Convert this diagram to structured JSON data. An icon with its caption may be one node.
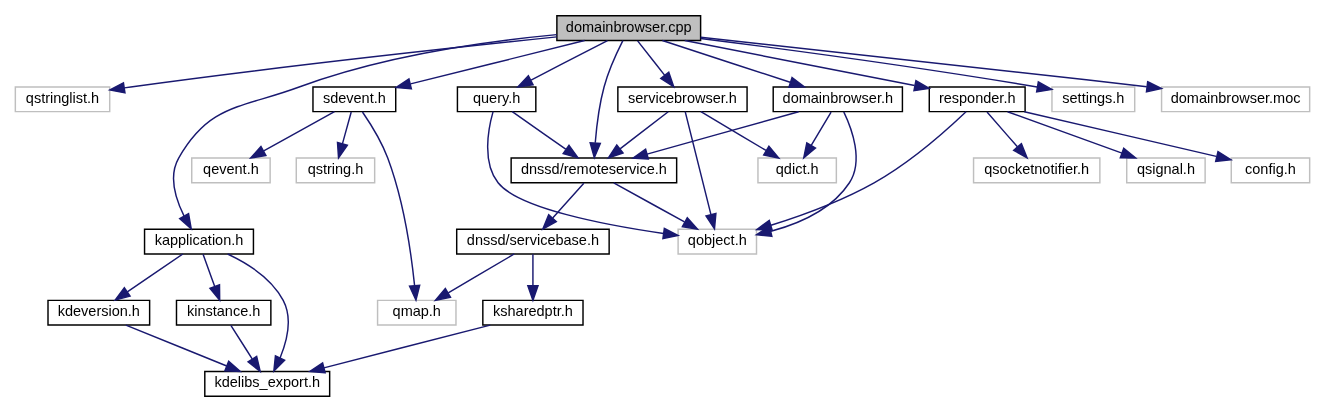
{
  "diagram": {
    "nodes": [
      {
        "text": [
          "domainbrowser.cpp"
        ]
      },
      {
        "text": [
          "qstringlist.h"
        ]
      },
      {
        "text": [
          "sdevent.h"
        ]
      },
      {
        "text": [
          "query.h"
        ]
      },
      {
        "text": [
          "servicebrowser.h"
        ]
      },
      {
        "text": [
          "domainbrowser.h"
        ]
      },
      {
        "text": [
          "responder.h"
        ]
      },
      {
        "text": [
          "settings.h"
        ]
      },
      {
        "text": [
          "domainbrowser.moc"
        ]
      },
      {
        "text": [
          "qevent.h"
        ]
      },
      {
        "text": [
          "qstring.h"
        ]
      },
      {
        "text": [
          "dnssd/remoteservice.h"
        ]
      },
      {
        "text": [
          "qdict.h"
        ]
      },
      {
        "text": [
          "qsocketnotifier.h"
        ]
      },
      {
        "text": [
          "qsignal.h"
        ]
      },
      {
        "text": [
          "config.h"
        ]
      },
      {
        "text": [
          "dnssd/servicebase.h"
        ]
      },
      {
        "text": [
          "qobject.h"
        ]
      },
      {
        "text": [
          "kapplication.h"
        ]
      },
      {
        "text": [
          "qmap.h"
        ]
      },
      {
        "text": [
          "ksharedptr.h"
        ]
      },
      {
        "text": [
          "kdeversion.h"
        ]
      },
      {
        "text": [
          "kinstance.h"
        ]
      },
      {
        "text": [
          "kdelibs_export.h"
        ]
      }
    ],
    "edges": [
      {
        "from": 0,
        "to": 1,
        "arrow": "to"
      },
      {
        "from": 0,
        "to": 2,
        "arrow": "to"
      },
      {
        "from": 0,
        "to": 3,
        "arrow": "to"
      },
      {
        "from": 0,
        "to": 11,
        "arrow": "to"
      },
      {
        "from": 0,
        "to": 4,
        "arrow": "to"
      },
      {
        "from": 0,
        "to": 5,
        "arrow": "to"
      },
      {
        "from": 0,
        "to": 6,
        "arrow": "to"
      },
      {
        "from": 0,
        "to": 18,
        "arrow": "to"
      },
      {
        "from": 0,
        "to": 7,
        "arrow": "to"
      },
      {
        "from": 0,
        "to": 8,
        "arrow": "to"
      },
      {
        "from": 2,
        "to": 9,
        "arrow": "to"
      },
      {
        "from": 2,
        "to": 10,
        "arrow": "to"
      },
      {
        "from": 2,
        "to": 19,
        "arrow": "to"
      },
      {
        "from": 3,
        "to": 11,
        "arrow": "to"
      },
      {
        "from": 3,
        "to": 17,
        "arrow": "to"
      },
      {
        "from": 4,
        "to": 11,
        "arrow": "to"
      },
      {
        "from": 4,
        "to": 17,
        "arrow": "to"
      },
      {
        "from": 4,
        "to": 12,
        "arrow": "to"
      },
      {
        "from": 5,
        "to": 11,
        "arrow": "to"
      },
      {
        "from": 5,
        "to": 12,
        "arrow": "to"
      },
      {
        "from": 5,
        "to": 17,
        "arrow": "to"
      },
      {
        "from": 6,
        "to": 13,
        "arrow": "to"
      },
      {
        "from": 6,
        "to": 14,
        "arrow": "to"
      },
      {
        "from": 6,
        "to": 15,
        "arrow": "to"
      },
      {
        "from": 6,
        "to": 17,
        "arrow": "to"
      },
      {
        "from": 11,
        "to": 16,
        "arrow": "to"
      },
      {
        "from": 11,
        "to": 17,
        "arrow": "to"
      },
      {
        "from": 16,
        "to": 19,
        "arrow": "to"
      },
      {
        "from": 16,
        "to": 20,
        "arrow": "to"
      },
      {
        "from": 18,
        "to": 21,
        "arrow": "to"
      },
      {
        "from": 18,
        "to": 22,
        "arrow": "to"
      },
      {
        "from": 18,
        "to": 23,
        "arrow": "to"
      },
      {
        "from": 20,
        "to": 23,
        "arrow": "to"
      },
      {
        "from": 21,
        "to": 23,
        "arrow": "to"
      },
      {
        "from": 22,
        "to": 23,
        "arrow": "to"
      }
    ]
  }
}
